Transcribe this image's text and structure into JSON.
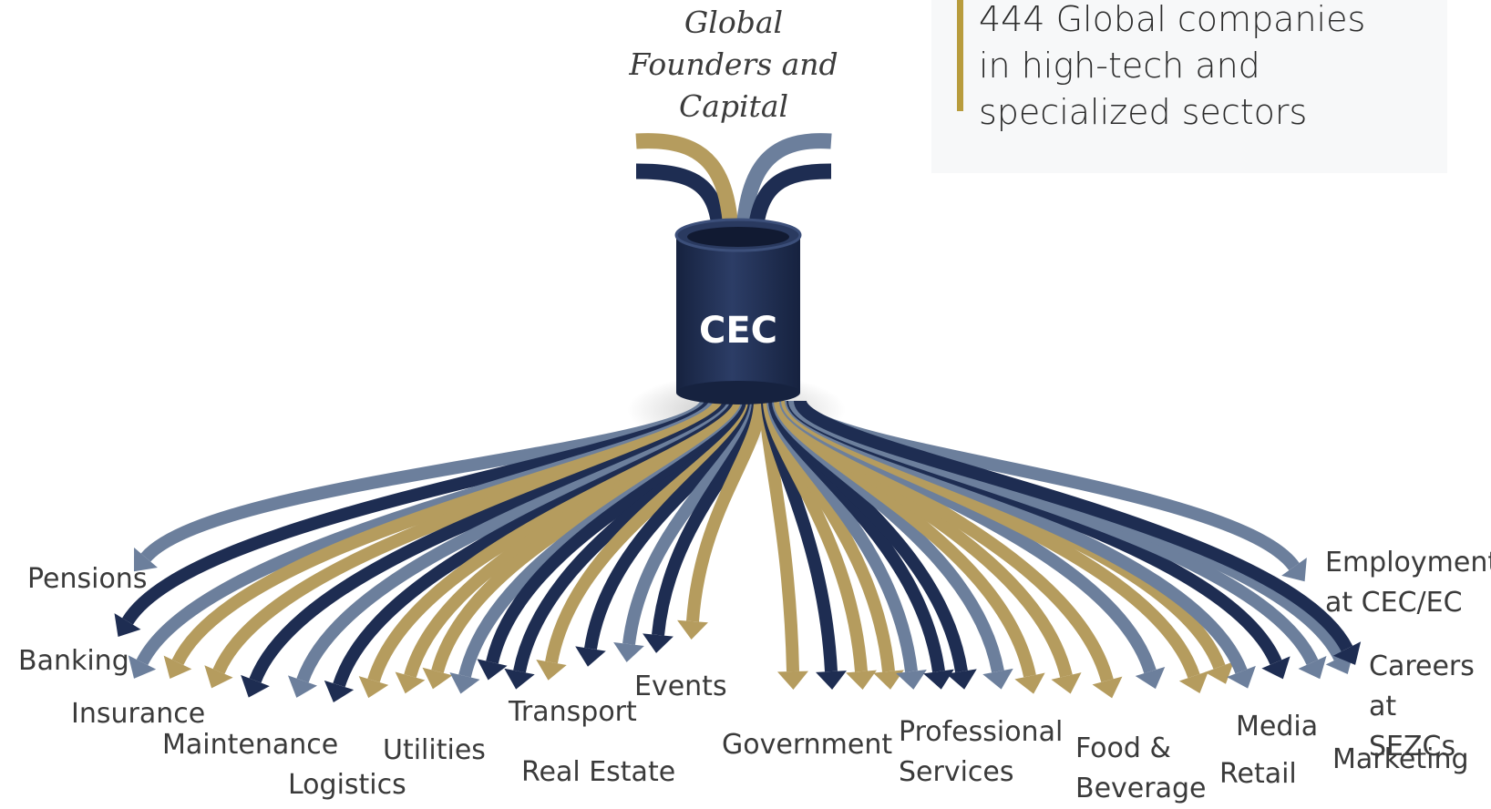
{
  "info_box": {
    "text": "444 Global companies in high-tech and specialized sectors",
    "accent_color": "#b89c3d"
  },
  "source": {
    "label": "Global Founders and Capital"
  },
  "hub": {
    "label": "CEC",
    "color": "#1e2d52"
  },
  "colors": {
    "navy": "#1e2d52",
    "gold": "#b59c5e",
    "slate": "#6c7f9c"
  },
  "destinations": [
    {
      "label": "Pensions"
    },
    {
      "label": "Banking"
    },
    {
      "label": "Insurance"
    },
    {
      "label": "Maintenance"
    },
    {
      "label": "Logistics"
    },
    {
      "label": "Utilities"
    },
    {
      "label": "Real Estate"
    },
    {
      "label": "Transport"
    },
    {
      "label": "Events"
    },
    {
      "label": "Government"
    },
    {
      "label": "Professional Services"
    },
    {
      "label": "Food & Beverage"
    },
    {
      "label": "Media"
    },
    {
      "label": "Retail"
    },
    {
      "label": "Marketing"
    },
    {
      "label": "Careers at SEZCs"
    },
    {
      "label": "Employment at CEC/EC"
    }
  ]
}
